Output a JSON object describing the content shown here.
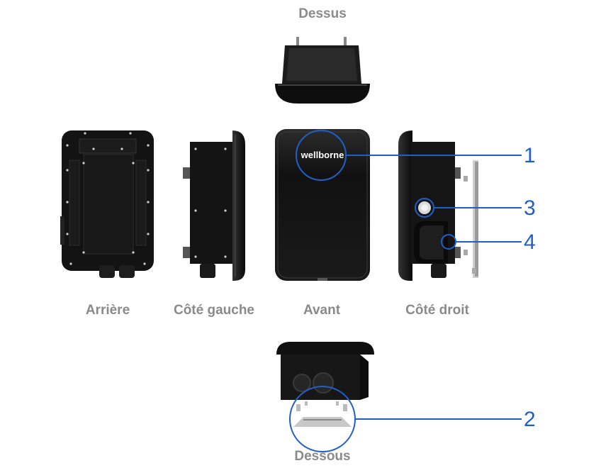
{
  "labels": {
    "top": "Dessus",
    "back": "Arrière",
    "left_side": "Côté gauche",
    "front": "Avant",
    "right_side": "Côté droit",
    "bottom": "Dessous"
  },
  "brand": "wellborne",
  "callouts": [
    "1",
    "2",
    "3",
    "4"
  ],
  "colors": {
    "callout": "#1f5fc7",
    "label": "#8a8a8a",
    "device": "#141414"
  }
}
